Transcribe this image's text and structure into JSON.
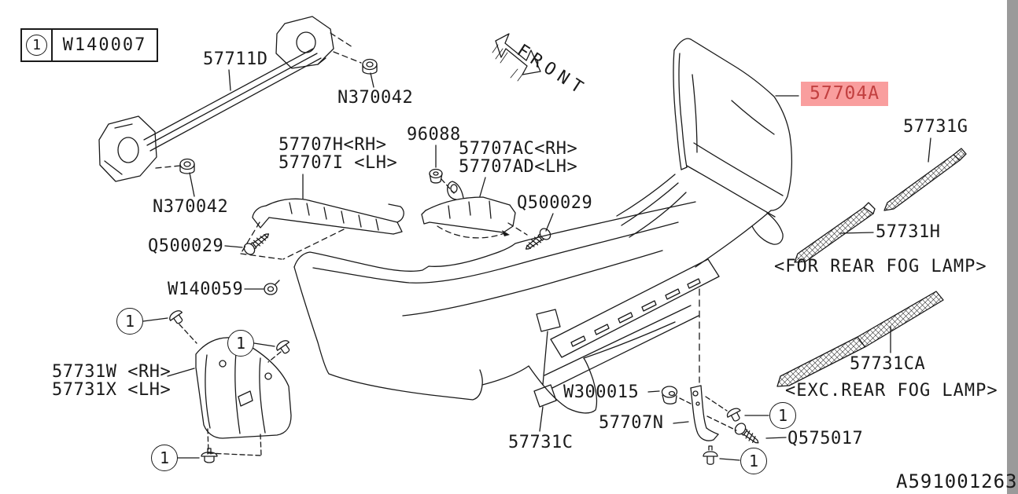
{
  "diagram": {
    "code": "A591001263",
    "front": "FRONT",
    "ref_marker": "1",
    "legend": {
      "ref": "1",
      "part_number": "W140007"
    },
    "highlight_colors": {
      "background": "#f99e9e",
      "text": "#c24040"
    },
    "parts": {
      "beam": "57711D",
      "nut_top": "N370042",
      "nut_left": "N370042",
      "clip_96088": "96088",
      "bracket_side_rh": "57707H<RH>",
      "bracket_side_lh": "57707I <LH>",
      "bracket_center_rh": "57707AC<RH>",
      "bracket_center_lh": "57707AD<LH>",
      "screw_left": "Q500029",
      "screw_center": "Q500029",
      "clip_w140059": "W140059",
      "bumper_face": "57704A",
      "garnish_upper": "57731G",
      "garnish_fog": "57731H",
      "garnish_plain": "57731CA",
      "cover_rh": "57731W <RH>",
      "cover_lh": "57731X <LH>",
      "nut_w300015": "W300015",
      "bracket_lower": "57707N",
      "cap": "57731C",
      "screw_q575017": "Q575017"
    },
    "notes": {
      "for_fog_lamp": "<FOR REAR FOG LAMP>",
      "exc_fog_lamp": "<EXC.REAR FOG LAMP>"
    }
  }
}
